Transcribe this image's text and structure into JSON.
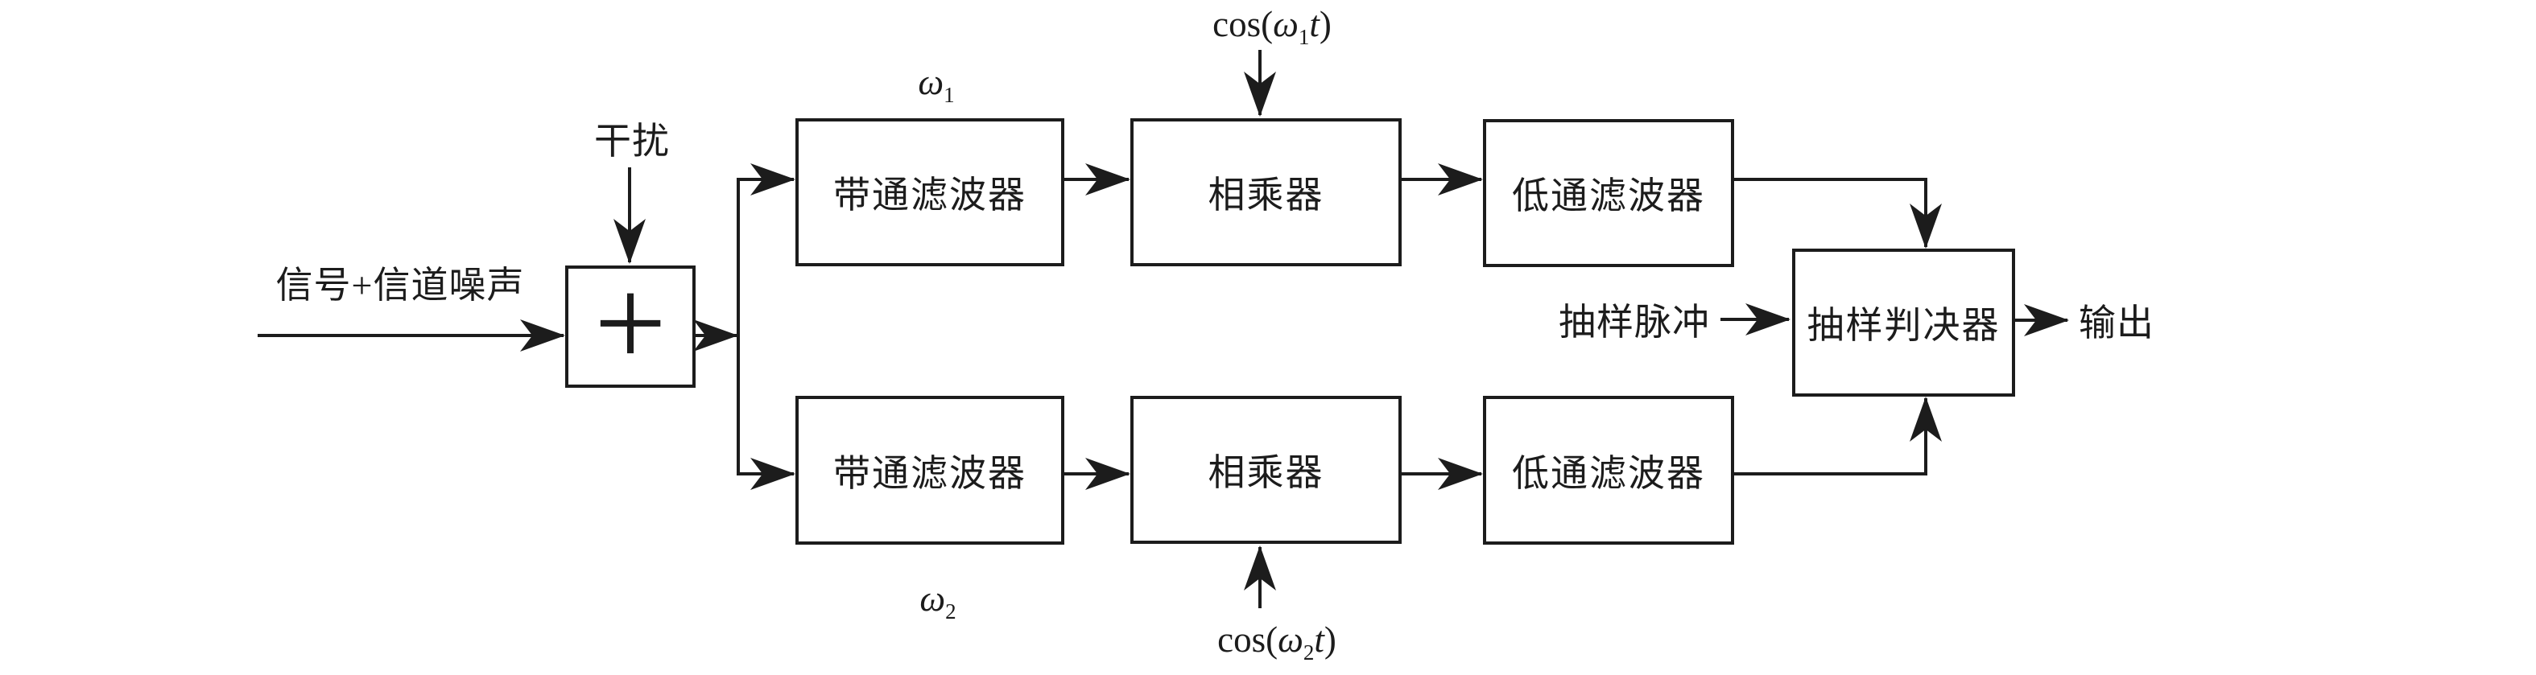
{
  "labels": {
    "input_signal": "信号+信道噪声",
    "interference": "干扰",
    "sampling_pulse": "抽样脉冲",
    "output": "输出",
    "adder_symbol": "+",
    "omega": "ω",
    "omega1_sub": "1",
    "omega2_sub": "2",
    "cos_prefix": "cos(",
    "t_var": "t",
    "close_paren": ")"
  },
  "blocks": {
    "bandpass_filter": "带通滤波器",
    "multiplier": "相乘器",
    "lowpass_filter": "低通滤波器",
    "decision": "抽样判决器"
  },
  "colors": {
    "stroke": "#1c1c1c",
    "background": "#ffffff"
  }
}
